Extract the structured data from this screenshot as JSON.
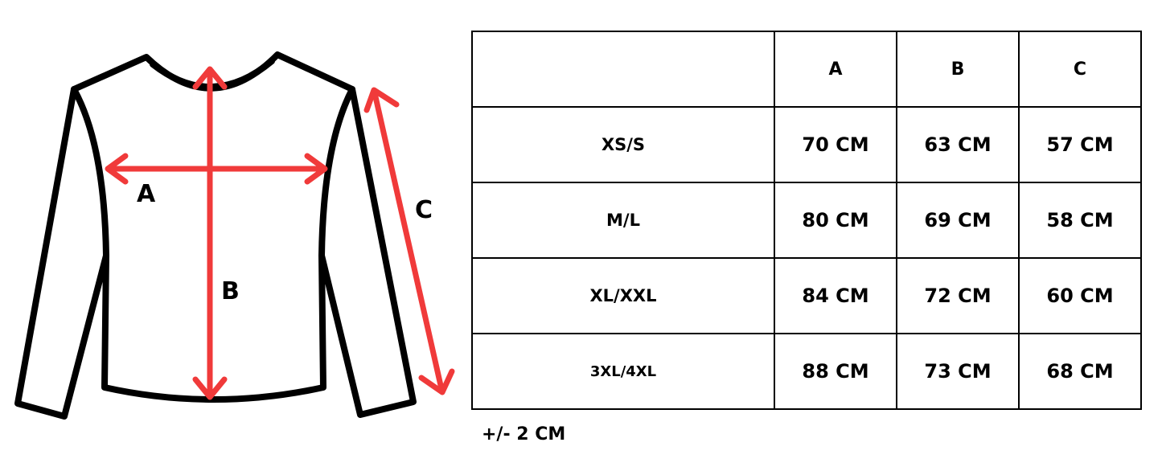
{
  "diagram": {
    "labels": {
      "a": "A",
      "b": "B",
      "c": "C"
    },
    "colors": {
      "outline": "#000000",
      "arrow": "#f03a3a"
    }
  },
  "table": {
    "header": [
      "",
      "A",
      "B",
      "C"
    ],
    "rows": [
      {
        "size": "XS/S",
        "a": "70 CM",
        "b": "63 CM",
        "c": "57 CM"
      },
      {
        "size": "M/L",
        "a": "80 CM",
        "b": "69 CM",
        "c": "58 CM"
      },
      {
        "size": "XL/XXL",
        "a": "84 CM",
        "b": "72 CM",
        "c": "60 CM"
      },
      {
        "size": "3XL/4XL",
        "a": "88 CM",
        "b": "73 CM",
        "c": "68 CM"
      }
    ]
  },
  "note": "+/- 2 CM"
}
